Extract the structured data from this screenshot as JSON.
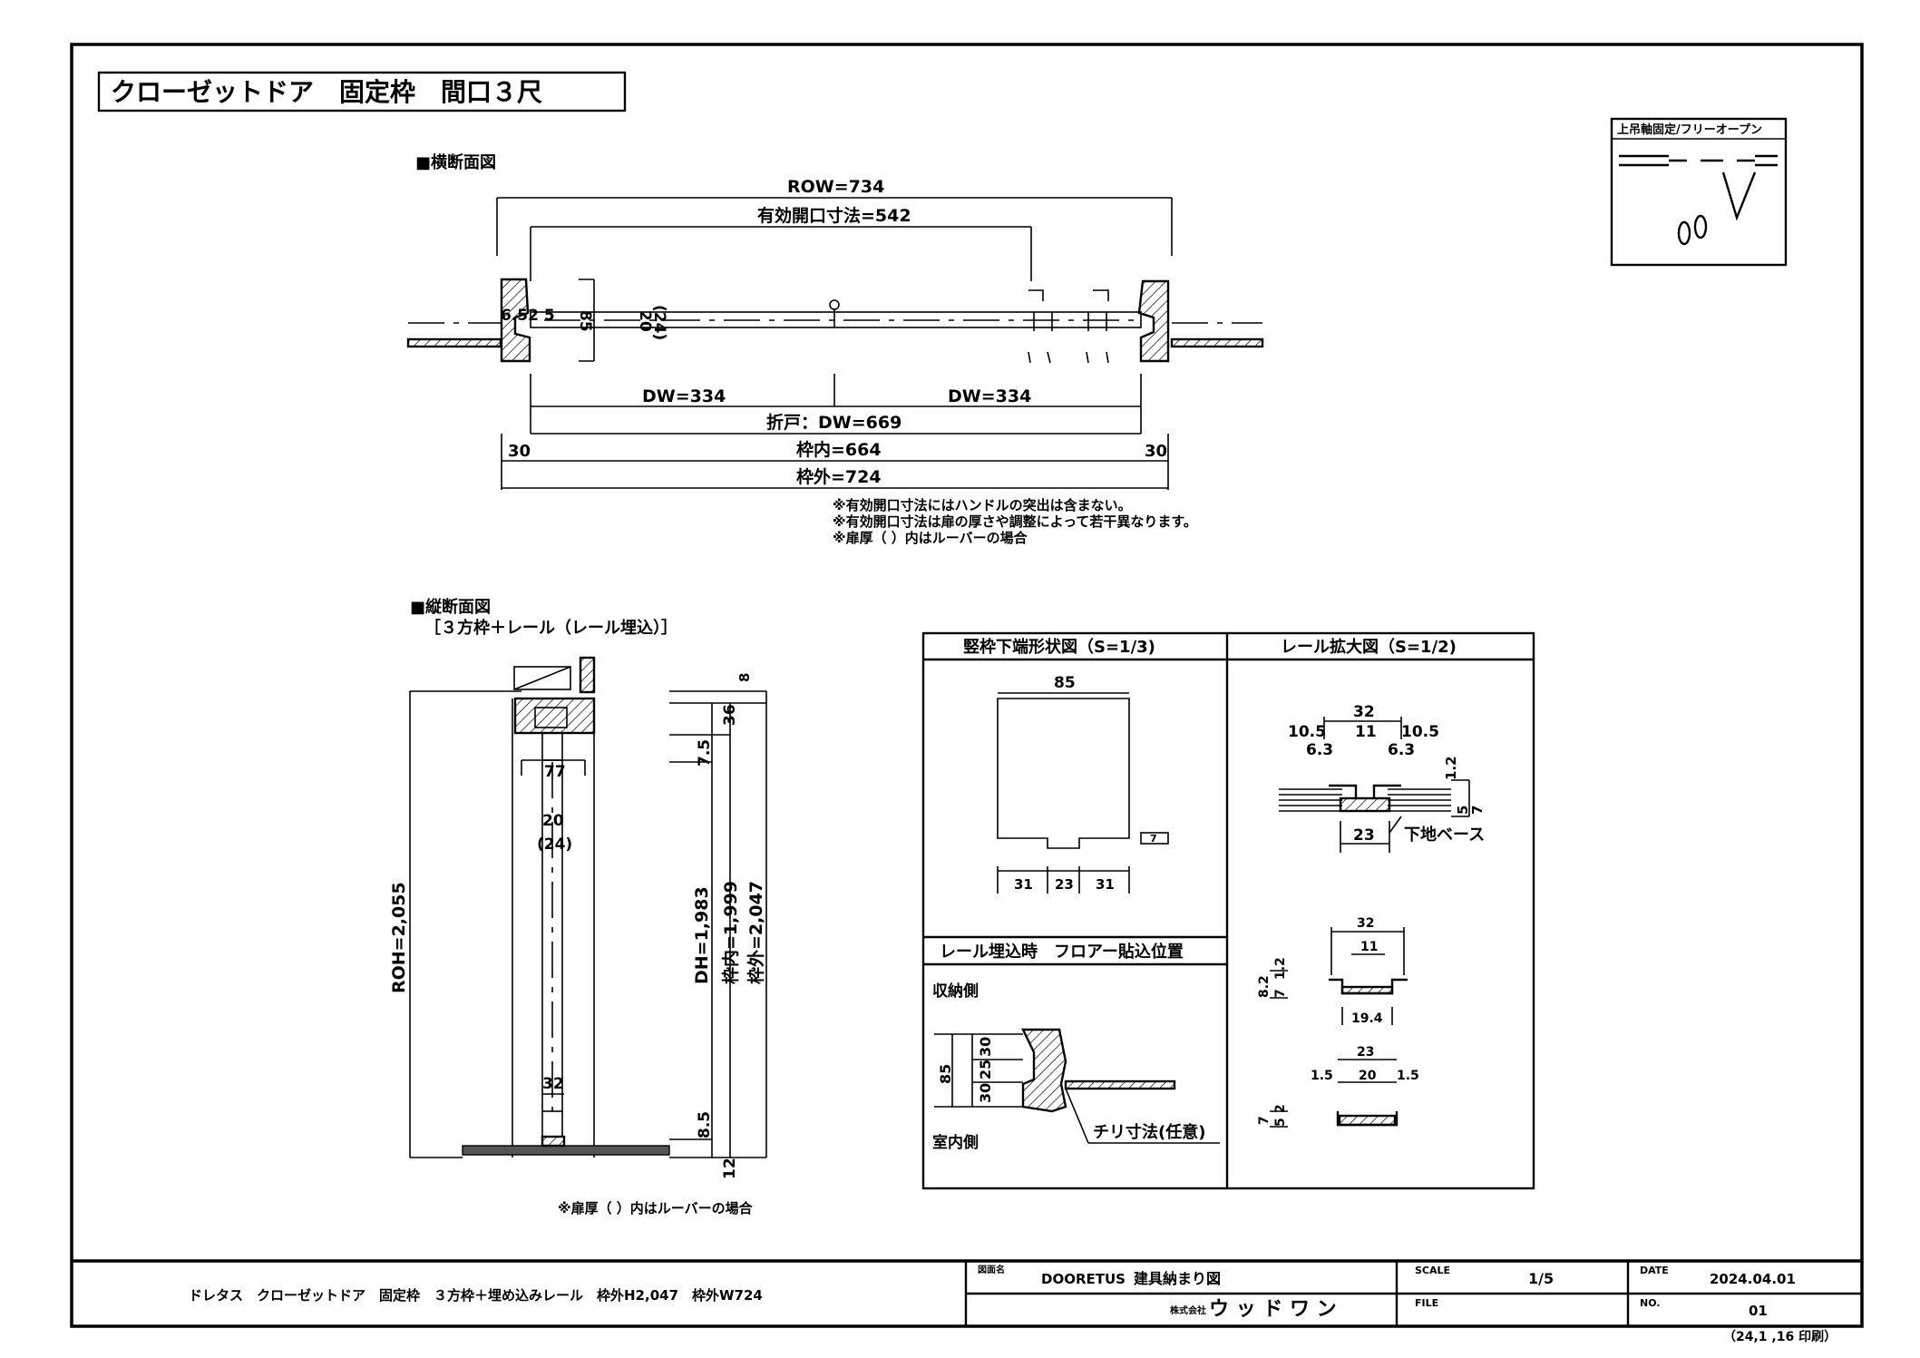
{
  "title": "クローゼットドア　固定枠　間口３尺",
  "opening_box": {
    "label": "上吊軸固定/フリーオープン"
  },
  "horizontal_section": {
    "heading": "■横断面図",
    "row": "ROW=734",
    "effective_opening": "有効開口寸法=542",
    "dw_left": "DW=334",
    "dw_right": "DW=334",
    "fold_dw": "折戸：DW=669",
    "frame_inner": "枠内=664",
    "frame_outer": "枠外=724",
    "side_left": "30",
    "side_right": "30",
    "dim_85": "85",
    "dim_20": "20",
    "dim_24": "(24)",
    "dim_small": "6.52 5",
    "notes": [
      "※有効開口寸法にはハンドルの突出は含まない。",
      "※有効開口寸法は扉の厚さや調整によって若干異なります。",
      "※扉厚（ ）内はルーバーの場合"
    ]
  },
  "vertical_section": {
    "heading": "■縦断面図",
    "subheading": "［３方枠＋レール（レール埋込）］",
    "roh": "ROH=2,055",
    "dh": "DH=1,983",
    "frame_inner": "枠内=1,999",
    "frame_outer": "枠外=2,047",
    "dim_8": "8",
    "dim_36": "36",
    "dim_7_5": "7.5",
    "dim_77": "77",
    "dim_20": "20",
    "dim_24": "(24)",
    "dim_32": "32",
    "dim_8_5": "8.5",
    "dim_12": "12",
    "note": "※扉厚（ ）内はルーバーの場合"
  },
  "detail_table": {
    "stile_title": "竪枠下端形状図（S=1/3)",
    "stile_85": "85",
    "stile_31a": "31",
    "stile_23": "23",
    "stile_31b": "31",
    "stile_7": "7",
    "rail_title": "レール拡大図（S=1/2)",
    "rail_32": "32",
    "rail_10_5_l": "10.5",
    "rail_11": "11",
    "rail_10_5_r": "10.5",
    "rail_6_3_l": "6.3",
    "rail_6_3_r": "6.3",
    "rail_1_2": "1.2",
    "rail_5": "5",
    "rail_7": "7",
    "rail_23": "23",
    "rail_base": "下地ベース",
    "floor_title": "レール埋込時　フロアー貼込位置",
    "storage_side": "収納側",
    "room_side": "室内側",
    "floor_85": "85",
    "floor_30a": "30",
    "floor_25": "25",
    "floor_30b": "30",
    "chiri": "チリ寸法(任意)",
    "r2_32": "32",
    "r2_11": "11",
    "r2_8_2": "8.2",
    "r2_1_2": "1.2",
    "r2_7": "7",
    "r2_19_4": "19.4",
    "r3_23": "23",
    "r3_1_5_l": "1.5",
    "r3_20": "20",
    "r3_1_5_r": "1.5",
    "r3_7": "7",
    "r3_5": "5",
    "r3_2": "2"
  },
  "title_block": {
    "description": "ドレタス　クローゼットドア　固定枠　３方枠＋埋め込みレール　枠外H2,047　枠外W724",
    "drawing_name_label": "図面名",
    "drawing_name_code": "DOORETUS",
    "drawing_name": "建具納まり図",
    "company_prefix": "株式会社",
    "company": "ウ ッ ド ワ ン",
    "scale_label": "SCALE",
    "scale": "1/5",
    "file_label": "FILE",
    "date_label": "DATE",
    "date": "2024.04.01",
    "no_label": "NO.",
    "no": "01",
    "printed": "（24,1 ,16 印刷）"
  }
}
